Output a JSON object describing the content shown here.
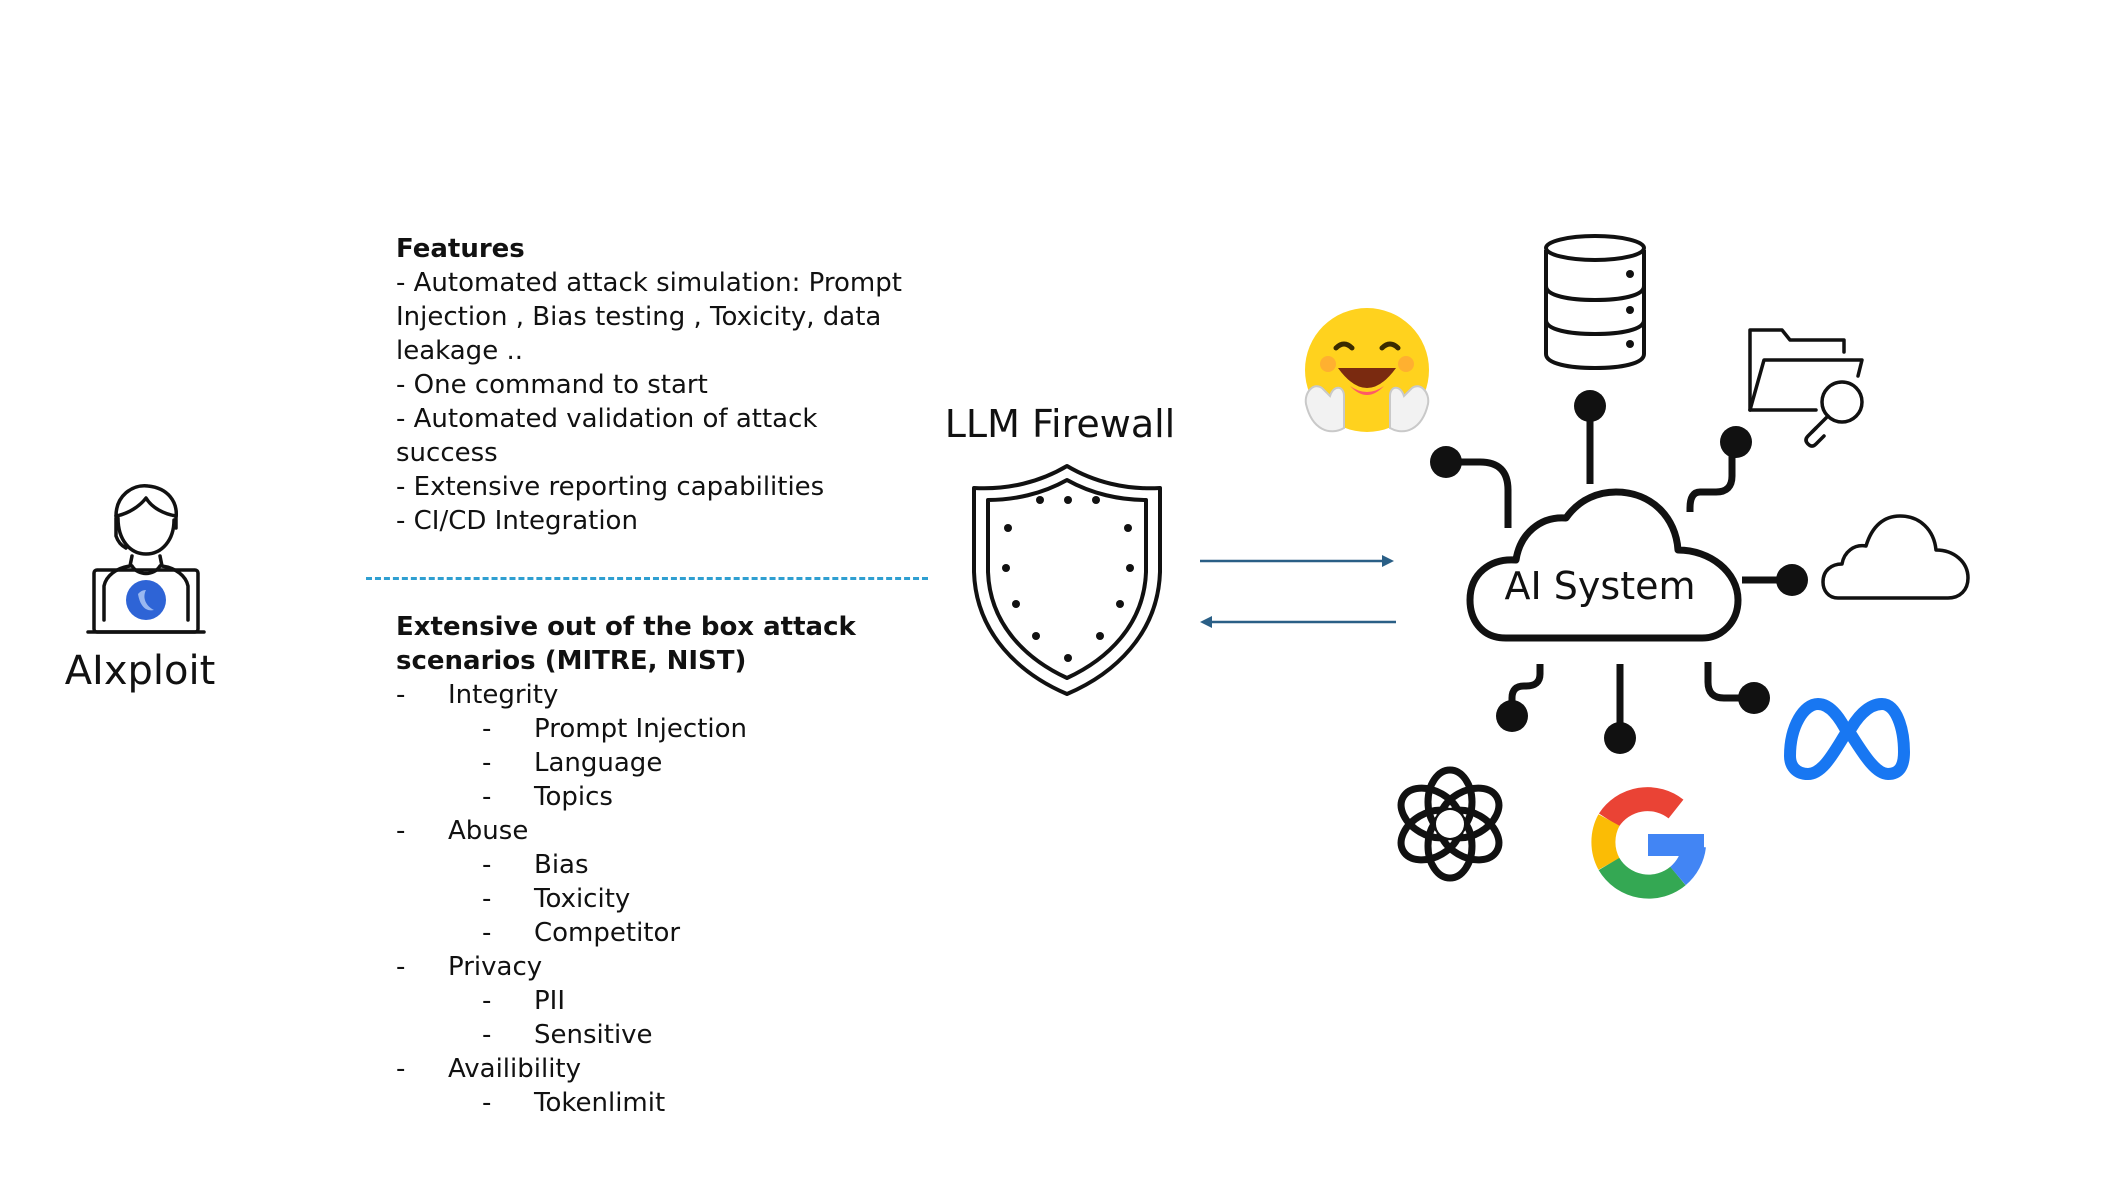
{
  "user": {
    "label": "AIxploit",
    "icon": "user-laptop-icon"
  },
  "features": {
    "title": "Features",
    "lines": [
      "- Automated attack simulation: Prompt Injection , Bias testing , Toxicity, data leakage ..",
      "- One command to start",
      "- Automated validation of attack success",
      "- Extensive reporting capabilities",
      "- CI/CD Integration"
    ]
  },
  "scenarios": {
    "title": "Extensive out of the box attack scenarios (MITRE, NIST)",
    "dash": "-",
    "categories": [
      {
        "label": "Integrity",
        "items": [
          "Prompt Injection",
          "Language",
          "Topics"
        ]
      },
      {
        "label": "Abuse",
        "items": [
          "Bias",
          "Toxicity",
          "Competitor"
        ]
      },
      {
        "label": "Privacy",
        "items": [
          "PII",
          "Sensitive"
        ]
      },
      {
        "label": "Availibility",
        "items": [
          "Tokenlimit"
        ]
      }
    ]
  },
  "firewall": {
    "title": "LLM Firewall",
    "icon": "shield-icon"
  },
  "ai_system": {
    "label": "AI System",
    "icon": "cloud-icon"
  },
  "connected_icons": [
    "huggingface-icon",
    "database-icon",
    "folder-search-icon",
    "cloud-outline-icon",
    "meta-icon",
    "google-icon",
    "openai-icon"
  ],
  "colors": {
    "divider": "#2f9fd1",
    "arrow": "#2a5f86",
    "meta": "#1877f2",
    "google_red": "#ea4335",
    "google_yellow": "#fbbc05",
    "google_green": "#34a853",
    "google_blue": "#4285f4"
  }
}
